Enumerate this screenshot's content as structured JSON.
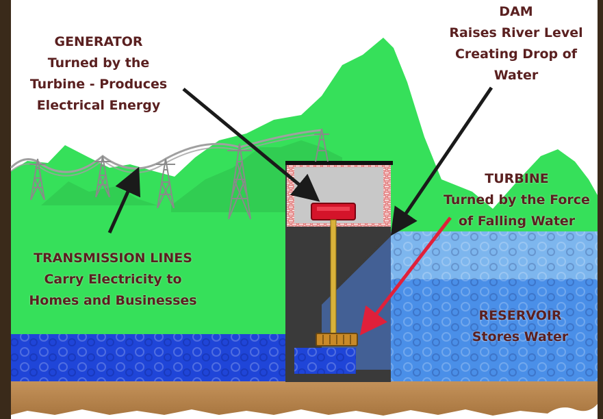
{
  "labels": {
    "generator": {
      "title": "GENERATOR",
      "lines": [
        "Turned by the",
        "Turbine - Produces",
        "Electrical Energy"
      ]
    },
    "dam": {
      "title": "DAM",
      "lines": [
        "Raises River Level",
        "Creating Drop of",
        "Water"
      ]
    },
    "turbine": {
      "title": "TURBINE",
      "lines": [
        "Turned by the Force",
        "of Falling Water"
      ]
    },
    "transmission": {
      "title": "TRANSMISSION LINES",
      "lines": [
        "Carry Electricity to",
        "Homes and Businesses"
      ]
    },
    "reservoir": {
      "title": "RESERVOIR",
      "lines": [
        "Stores Water"
      ]
    }
  },
  "colors": {
    "sky": "#ffffff",
    "hills": "#36e05a",
    "hills_dark": "#1fa53c",
    "reservoir_water": "#4a8fe8",
    "reservoir_upper": "#8fc6f0",
    "river_water": "#1f45d8",
    "ground": "#b8864f",
    "dam_concrete": "#3a3a3a",
    "generator_room": "#c8c8c8",
    "generator": "#d4142a",
    "shaft": "#d9b23a",
    "turbine": "#c98a28",
    "arrow_dark": "#1a1a1a",
    "arrow_red": "#e0203a",
    "text": "#5a2020",
    "photo_border": "#3a2a1a"
  },
  "icons": {
    "towers": "transmission-tower-icon",
    "generator": "generator-icon",
    "turbine": "turbine-icon"
  }
}
